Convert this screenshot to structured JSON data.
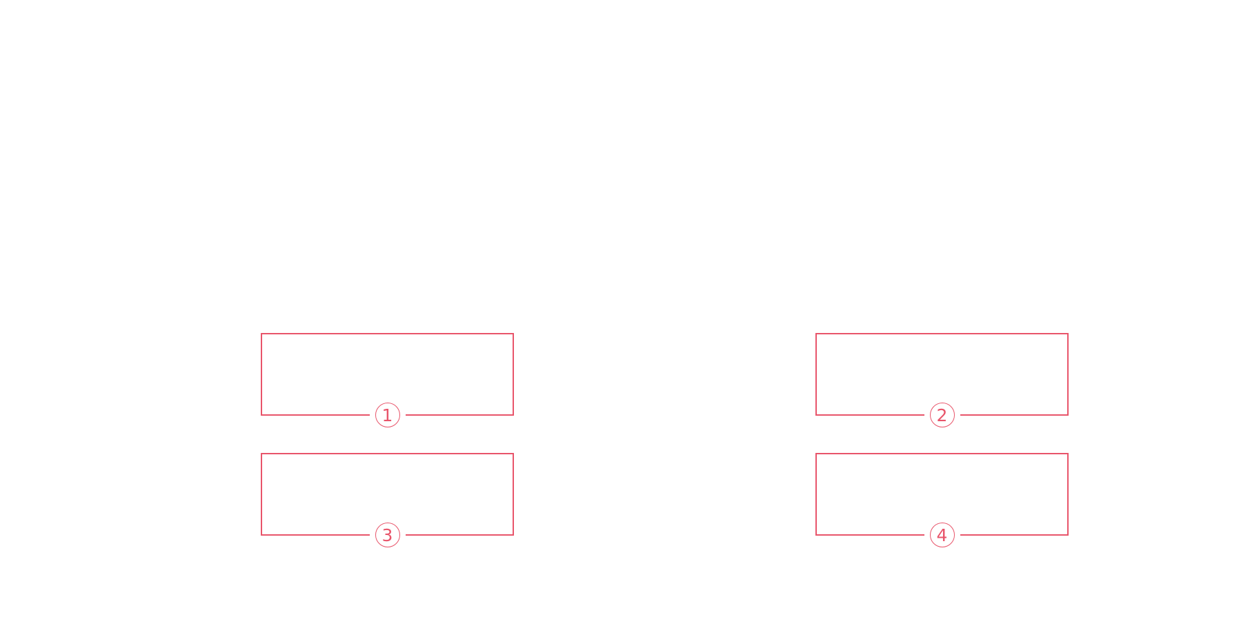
{
  "colors": {
    "outline": "#e8546a",
    "background": "#ffffff"
  },
  "regions": [
    {
      "label": "1"
    },
    {
      "label": "2"
    },
    {
      "label": "3"
    },
    {
      "label": "4"
    }
  ]
}
